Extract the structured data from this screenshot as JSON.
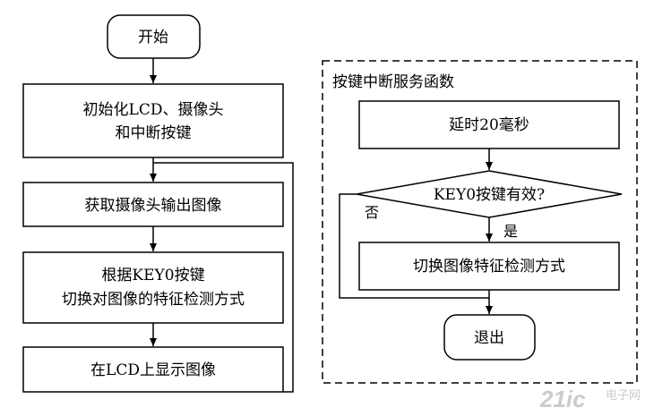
{
  "main_flow": {
    "start": "开始",
    "init_line1": "初始化LCD、摄像头",
    "init_line2": "和中断按键",
    "capture": "获取摄像头输出图像",
    "switch_line1": "根据KEY0按键",
    "switch_line2": "切换对图像的特征检测方式",
    "display": "在LCD上显示图像"
  },
  "isr": {
    "title": "按键中断服务函数",
    "delay": "延时20毫秒",
    "decision": "KEY0按键有效?",
    "label_no": "否",
    "label_yes": "是",
    "switch": "切换图像特征检测方式",
    "exit": "退出"
  },
  "watermark": {
    "logo": "21ic",
    "text": "电子网"
  },
  "colors": {
    "stroke": "#000000",
    "background": "#ffffff",
    "watermark": "#c9ccd0"
  }
}
